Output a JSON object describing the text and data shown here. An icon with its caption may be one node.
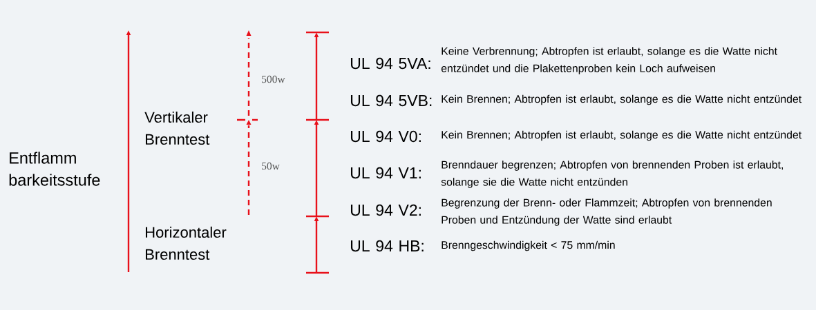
{
  "diagram": {
    "labels": [
      "Entflamm barkeitsstufe",
      "Vertikaler Brenntest",
      "Horizontaler Brenntest",
      "500w",
      "50w",
      "UL 94 5VA:",
      "Keine Verbrennung; Abtropfen ist erlaubt, solange es die Watte nicht entzündet und die Plakettenproben kein Loch aufweisen",
      "UL 94 5VB:",
      "Kein Brennen; Abtropfen ist erlaubt, solange es die Watte nicht entzündet",
      "UL 94 V0:",
      "Kein Brennen; Abtropfen ist erlaubt, solange es die Watte nicht entzündet",
      "UL 94 V1:",
      "Brenndauer begrenzen; Abtropfen von brennenden Proben ist erlaubt, solange sie die Watte nicht entzünden",
      "UL 94 V2:",
      "Begrenzung der Brenn- oder Flammzeit; Abtropfen von brennenden Proben und Entzündung der Watte sind erlaubt",
      "UL 94 HB:",
      "Brenngeschwindigkeit < 75 mm/min"
    ]
  }
}
